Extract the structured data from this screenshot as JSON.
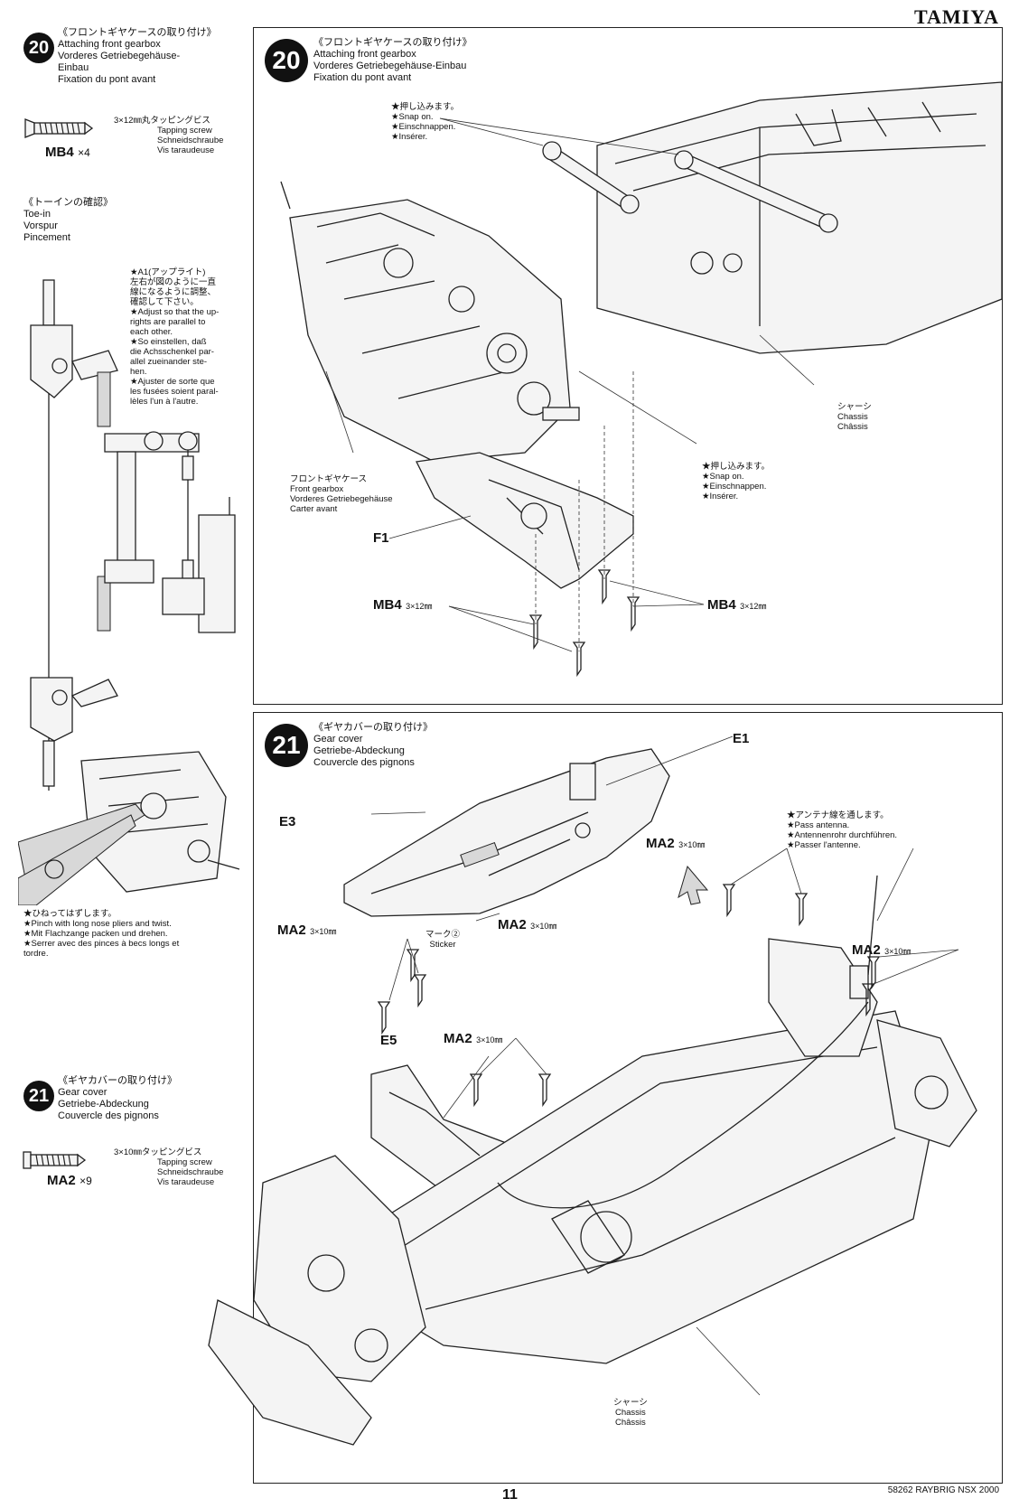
{
  "brand": "TAMIYA",
  "page_number": "11",
  "footer_code": "58262 RAYBRIG NSX 2000",
  "left": {
    "step20": {
      "num": "20",
      "title": [
        "《フロントギヤケースの取り付け》",
        "Attaching front gearbox",
        "Vorderes Getriebegehäuse-",
        "Einbau",
        "Fixation du pont avant"
      ],
      "screw": {
        "spec": "3×12㎜丸タッピングビス",
        "names": [
          "Tapping screw",
          "Schneidschraube",
          "Vis taraudeuse"
        ],
        "code": "MB4",
        "qty": "×4"
      }
    },
    "toein": {
      "title": [
        "《トーインの確認》",
        "Toe-in",
        "Vorspur",
        "Pincement"
      ],
      "note": [
        "★A1(アップライト)",
        "左右が図のように一直",
        "線になるように調整、",
        "確認して下さい。",
        "★Adjust so that the up-",
        "rights are parallel to",
        "each other.",
        "★So einstellen, daß",
        "die Achsschenkel par-",
        "allel zueinander ste-",
        "hen.",
        "★Ajuster de sorte que",
        "les fusées soient paral-",
        "lèles l'un à l'autre."
      ]
    },
    "pliers_note": [
      "★ひねってはずします。",
      "★Pinch with long nose pliers and twist.",
      "★Mit Flachzange packen und drehen.",
      "★Serrer avec des pinces à becs longs et",
      "tordre."
    ],
    "step21": {
      "num": "21",
      "title": [
        "《ギヤカバーの取り付け》",
        "Gear cover",
        "Getriebe-Abdeckung",
        "Couvercle des pignons"
      ],
      "screw": {
        "spec": "3×10㎜タッピングビス",
        "names": [
          "Tapping screw",
          "Schneidschraube",
          "Vis taraudeuse"
        ],
        "code": "MA2",
        "qty": "×9"
      }
    }
  },
  "panel20": {
    "num": "20",
    "title": [
      "《フロントギヤケースの取り付け》",
      "Attaching front gearbox",
      "Vorderes Getriebegehäuse-Einbau",
      "Fixation du pont avant"
    ],
    "snap_top": [
      "★押し込みます。",
      "★Snap on.",
      "★Einschnappen.",
      "★Insérer."
    ],
    "snap_right": [
      "★押し込みます。",
      "★Snap on.",
      "★Einschnappen.",
      "★Insérer."
    ],
    "chassis": [
      "シャーシ",
      "Chassis",
      "Châssis"
    ],
    "gearbox": [
      "フロントギヤケース",
      "Front gearbox",
      "Vorderes Getriebegehäuse",
      "Carter avant"
    ],
    "f1": "F1",
    "mb4_left": "MB4",
    "mb4_right": "MB4",
    "mb4_size": "3×12㎜"
  },
  "panel21": {
    "num": "21",
    "title": [
      "《ギヤカバーの取り付け》",
      "Gear cover",
      "Getriebe-Abdeckung",
      "Couvercle des pignons"
    ],
    "e1": "E1",
    "e3": "E3",
    "e5": "E5",
    "sticker": [
      "マーク②",
      "Sticker"
    ],
    "antenna": [
      "★アンテナ線を通します。",
      "★Pass antenna.",
      "★Antennenrohr durchführen.",
      "★Passer l'antenne."
    ],
    "ma2": "MA2",
    "ma2_size": "3×10㎜",
    "chassis": [
      "シャーシ",
      "Chassis",
      "Châssis"
    ]
  }
}
